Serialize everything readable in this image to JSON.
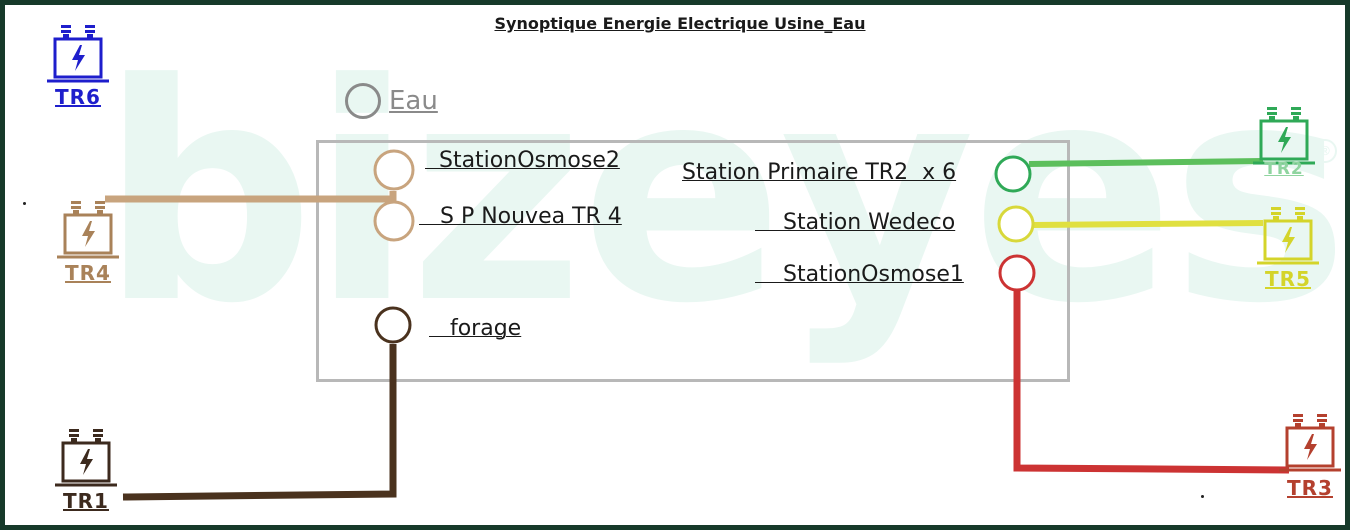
{
  "title": "Synoptique Energie Electrique Usine_Eau",
  "watermark": "bizeyes",
  "legend": {
    "label": "Eau",
    "color": "#8a8a8a"
  },
  "stations": {
    "osmose2": "  StationOsmose2",
    "sp_nouvea": "   S P Nouvea TR 4",
    "forage": "   forage",
    "primaire": "Station Primaire TR2  x 6",
    "wedeco": "    Station Wedeco",
    "osmose1": "    StationOsmose1"
  },
  "transformers": {
    "tr6": {
      "label": "TR6",
      "color": "#1e1ecc"
    },
    "tr4": {
      "label": "TR4",
      "color": "#a98259"
    },
    "tr1": {
      "label": "TR1",
      "color": "#3c2a1e"
    },
    "tr2": {
      "label": "TR2",
      "color": "#2fa957"
    },
    "tr5": {
      "label": "TR5",
      "color": "#d4d42a"
    },
    "tr3": {
      "label": "TR3",
      "color": "#b4402e"
    }
  },
  "wire_colors": {
    "tr4": "#c8a47e",
    "tr1": "#4a321e",
    "tr2": "#5cbf5c",
    "tr5": "#e0e040",
    "tr3": "#cc3333"
  }
}
